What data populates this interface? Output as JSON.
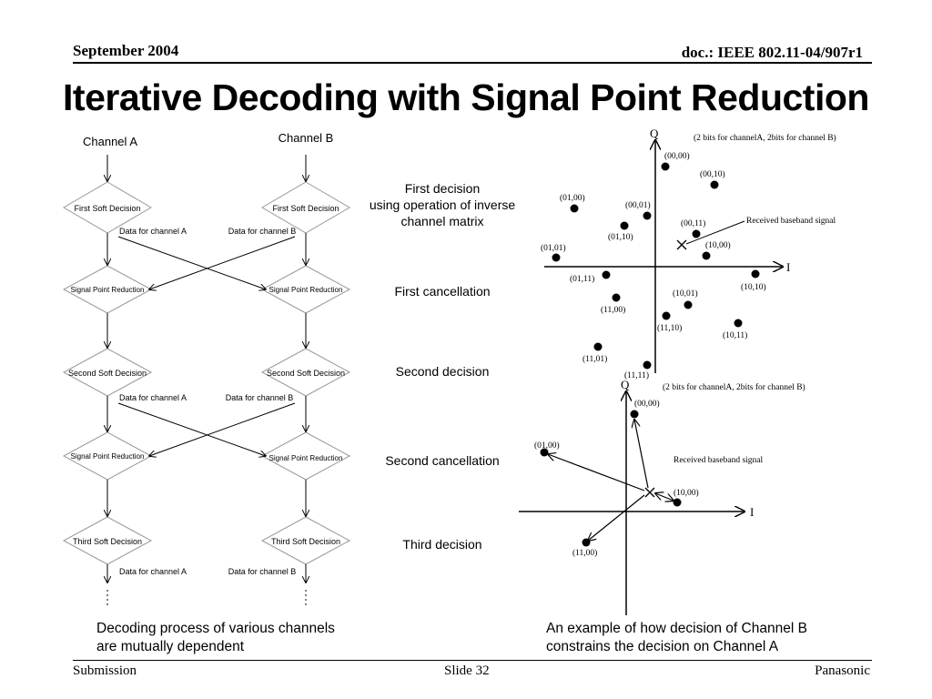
{
  "header": {
    "date": "September 2004",
    "doc": "doc.: IEEE 802.11-04/907r1"
  },
  "title": "Iterative Decoding with Signal Point Reduction",
  "flow": {
    "channel_a": "Channel A",
    "channel_b": "Channel B",
    "first_soft": "First Soft Decision",
    "signal_point_reduction": "Signal Point Reduction",
    "second_soft": "Second Soft Decision",
    "third_soft": "Third Soft Decision",
    "data_a": "Data for channel A",
    "data_b": "Data for channel B"
  },
  "stages": {
    "first_decision": "First decision",
    "first_decision_2": "using operation of inverse",
    "first_decision_3": "channel matrix",
    "first_cancellation": "First cancellation",
    "second_decision": "Second decision",
    "second_cancellation": "Second cancellation",
    "third_decision": "Third decision"
  },
  "constellation_top": {
    "axis_q": "Q",
    "axis_i": "I",
    "note": "(2 bits for channelA, 2bits for channel B)",
    "received": "Received baseband signal",
    "points": [
      {
        "label": "(00,00)"
      },
      {
        "label": "(00,10)"
      },
      {
        "label": "(01,00)"
      },
      {
        "label": "(00,01)"
      },
      {
        "label": "(00,11)"
      },
      {
        "label": "(01,10)"
      },
      {
        "label": "(01,01)"
      },
      {
        "label": "(10,00)"
      },
      {
        "label": "(01,11)"
      },
      {
        "label": "(10,10)"
      },
      {
        "label": "(10,01)"
      },
      {
        "label": "(11,00)"
      },
      {
        "label": "(11,10)"
      },
      {
        "label": "(10,11)"
      },
      {
        "label": "(11,01)"
      },
      {
        "label": "(11,11)"
      }
    ]
  },
  "constellation_bottom": {
    "axis_q": "Q",
    "axis_i": "I",
    "note": "(2 bits for channelA, 2bits for channel B)",
    "received": "Received baseband signal",
    "points": [
      {
        "label": "(00,00)"
      },
      {
        "label": "(01,00)"
      },
      {
        "label": "(10,00)"
      },
      {
        "label": "(11,00)"
      }
    ]
  },
  "captions": {
    "left_1": "Decoding process of various channels",
    "left_2": "are mutually dependent",
    "right_1": "An example of how decision of Channel B",
    "right_2": "constrains the decision on Channel A"
  },
  "footer": {
    "left": "Submission",
    "center": "Slide 32",
    "right": "Panasonic"
  }
}
